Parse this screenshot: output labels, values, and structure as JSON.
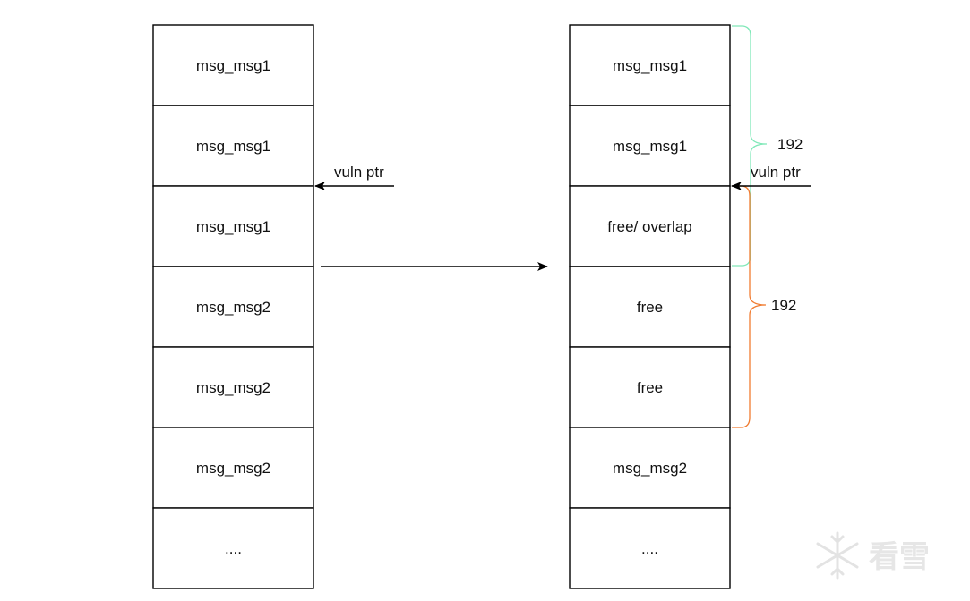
{
  "left_stack": {
    "cells": [
      "msg_msg1",
      "msg_msg1",
      "msg_msg1",
      "msg_msg2",
      "msg_msg2",
      "msg_msg2",
      "...."
    ],
    "pointer_label": "vuln ptr"
  },
  "right_stack": {
    "cells": [
      "msg_msg1",
      "msg_msg1",
      "free/ overlap",
      "free",
      "free",
      "msg_msg2",
      "...."
    ],
    "pointer_label": "vuln ptr"
  },
  "braces": {
    "top": {
      "label": "192",
      "color": "#80e8b8"
    },
    "bottom": {
      "label": "192",
      "color": "#f07b30"
    }
  },
  "watermark": {
    "text": "看雪",
    "icon": "snowflake-icon"
  }
}
